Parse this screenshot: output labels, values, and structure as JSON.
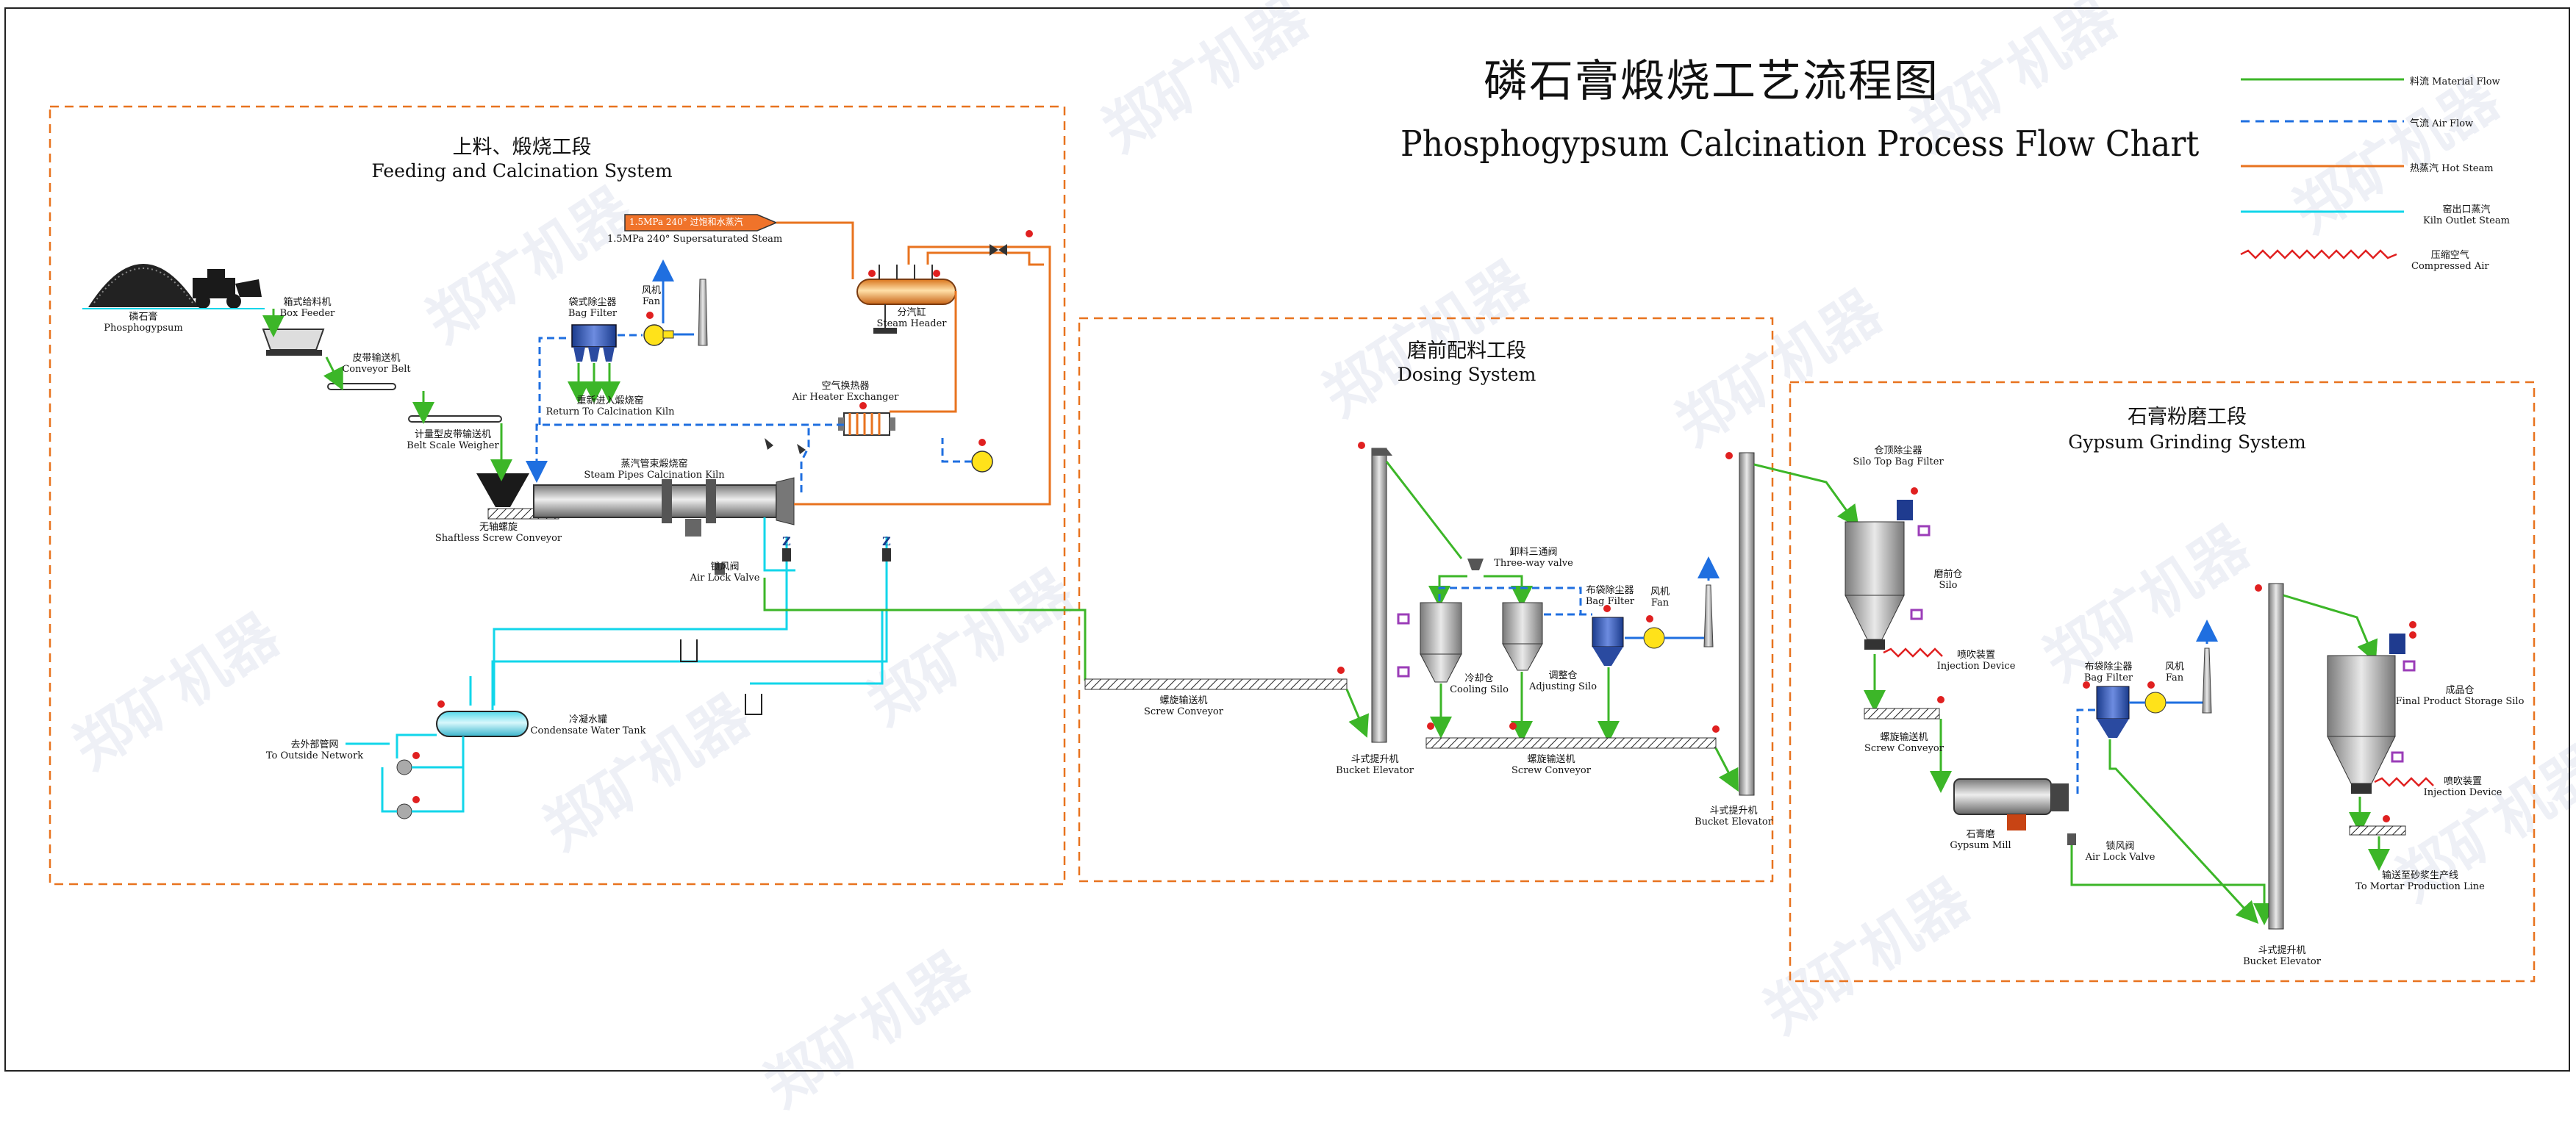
{
  "title": {
    "zh": "磷石膏煅烧工艺流程图",
    "en": "Phosphogypsum Calcination Process Flow Chart"
  },
  "legend": [
    {
      "zh": "料流",
      "en": "Material Flow",
      "color": "#3cb628",
      "style": "solid"
    },
    {
      "zh": "气流",
      "en": "Air Flow",
      "color": "#1f6fe0",
      "style": "dashed"
    },
    {
      "zh": "热蒸汽",
      "en": "Hot Steam",
      "color": "#e8731f",
      "style": "solid"
    },
    {
      "zh": "窑出口蒸汽",
      "en": "Kiln Outlet Steam",
      "color": "#12d6ea",
      "style": "solid"
    },
    {
      "zh": "压缩空气",
      "en": "Compressed Air",
      "color": "#e02020",
      "style": "zigzag"
    }
  ],
  "sections": [
    {
      "zh": "上料、煅烧工段",
      "en": "Feeding and Calcination System"
    },
    {
      "zh": "磨前配料工段",
      "en": "Dosing System"
    },
    {
      "zh": "石膏粉磨工段",
      "en": "Gypsum Grinding System"
    }
  ],
  "labels": {
    "phosphogypsum": {
      "zh": "磷石膏",
      "en": "Phosphogypsum"
    },
    "box_feeder": {
      "zh": "箱式给料机",
      "en": "Box Feeder"
    },
    "conveyor_belt": {
      "zh": "皮带输送机",
      "en": "Conveyor Belt"
    },
    "belt_scale": {
      "zh": "计量型皮带输送机",
      "en": "Belt Scale Weigher"
    },
    "shaftless": {
      "zh": "无轴螺旋",
      "en": "Shaftless Screw Conveyor"
    },
    "bag_filter_1": {
      "zh": "袋式除尘器",
      "en": "Bag Filter"
    },
    "fan_1": {
      "zh": "风机",
      "en": "Fan"
    },
    "return_kiln": {
      "zh": "重新进入煅烧窑",
      "en": "Return To Calcination Kiln"
    },
    "steam_tag": {
      "zh": "1.5MPa 240° 过饱和水蒸汽",
      "en": "1.5MPa  240° Supersaturated Steam"
    },
    "steam_header": {
      "zh": "分汽缸",
      "en": "Steam Header"
    },
    "air_heater": {
      "zh": "空气换热器",
      "en": "Air Heater Exchanger"
    },
    "kiln": {
      "zh": "蒸汽管束煅烧窑",
      "en": "Steam Pipes Calcination Kiln"
    },
    "air_lock_1": {
      "zh": "锁风阀",
      "en": "Air Lock Valve"
    },
    "condensate": {
      "zh": "冷凝水罐",
      "en": "Condensate Water Tank"
    },
    "outside": {
      "zh": "去外部管网",
      "en": "To Outside Network"
    },
    "screw_1": {
      "zh": "螺旋输送机",
      "en": "Screw Conveyor"
    },
    "bucket_1": {
      "zh": "斗式提升机",
      "en": "Bucket Elevator"
    },
    "three_way": {
      "zh": "卸料三通阀",
      "en": "Three-way valve"
    },
    "cooling_silo": {
      "zh": "冷却仓",
      "en": "Cooling Silo"
    },
    "adjusting_silo": {
      "zh": "调整仓",
      "en": "Adjusting Silo"
    },
    "bag_filter_2": {
      "zh": "布袋除尘器",
      "en": "Bag Filter"
    },
    "fan_2": {
      "zh": "风机",
      "en": "Fan"
    },
    "screw_2": {
      "zh": "螺旋输送机",
      "en": "Screw Conveyor"
    },
    "bucket_2": {
      "zh": "斗式提升机",
      "en": "Bucket Elevator"
    },
    "silo_top_filter": {
      "zh": "仓顶除尘器",
      "en": "Silo Top Bag Filter"
    },
    "silo": {
      "zh": "磨前仓",
      "en": "Silo"
    },
    "injection_1": {
      "zh": "喷吹装置",
      "en": "Injection Device"
    },
    "screw_3": {
      "zh": "螺旋输送机",
      "en": "Screw Conveyor"
    },
    "bag_filter_3": {
      "zh": "布袋除尘器",
      "en": "Bag Filter"
    },
    "fan_3": {
      "zh": "风机",
      "en": "Fan"
    },
    "gypsum_mill": {
      "zh": "石膏磨",
      "en": "Gypsum Mill"
    },
    "air_lock_2": {
      "zh": "锁风阀",
      "en": "Air Lock Valve"
    },
    "bucket_3": {
      "zh": "斗式提升机",
      "en": "Bucket Elevator"
    },
    "final_silo": {
      "zh": "成品仓",
      "en": "Final Product Storage Silo"
    },
    "injection_2": {
      "zh": "喷吹装置",
      "en": "Injection Device"
    },
    "mortar_line": {
      "zh": "输送至砂浆生产线",
      "en": "To Mortar Production Line"
    }
  }
}
